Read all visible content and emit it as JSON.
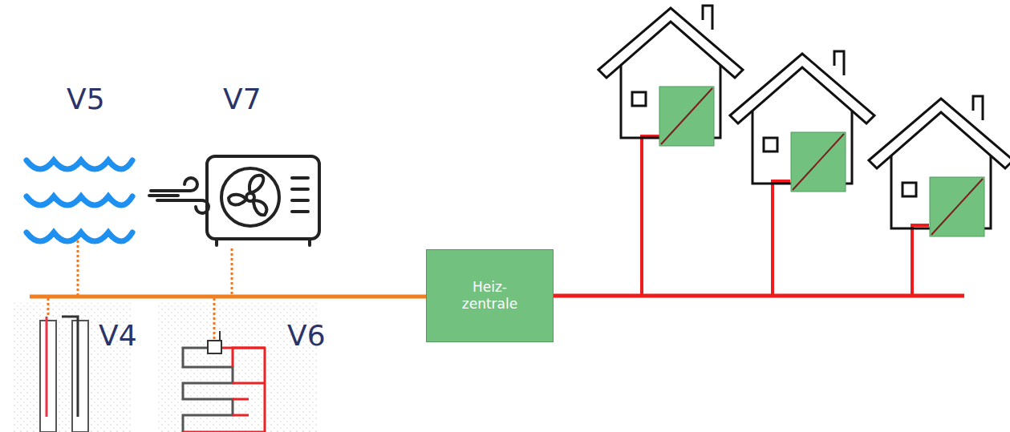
{
  "diagram": {
    "nodes": [
      {
        "text": [
          "Heiz- zentrale"
        ]
      }
    ],
    "labels": [
      "V5",
      "V7",
      "V4",
      "V6"
    ]
  }
}
